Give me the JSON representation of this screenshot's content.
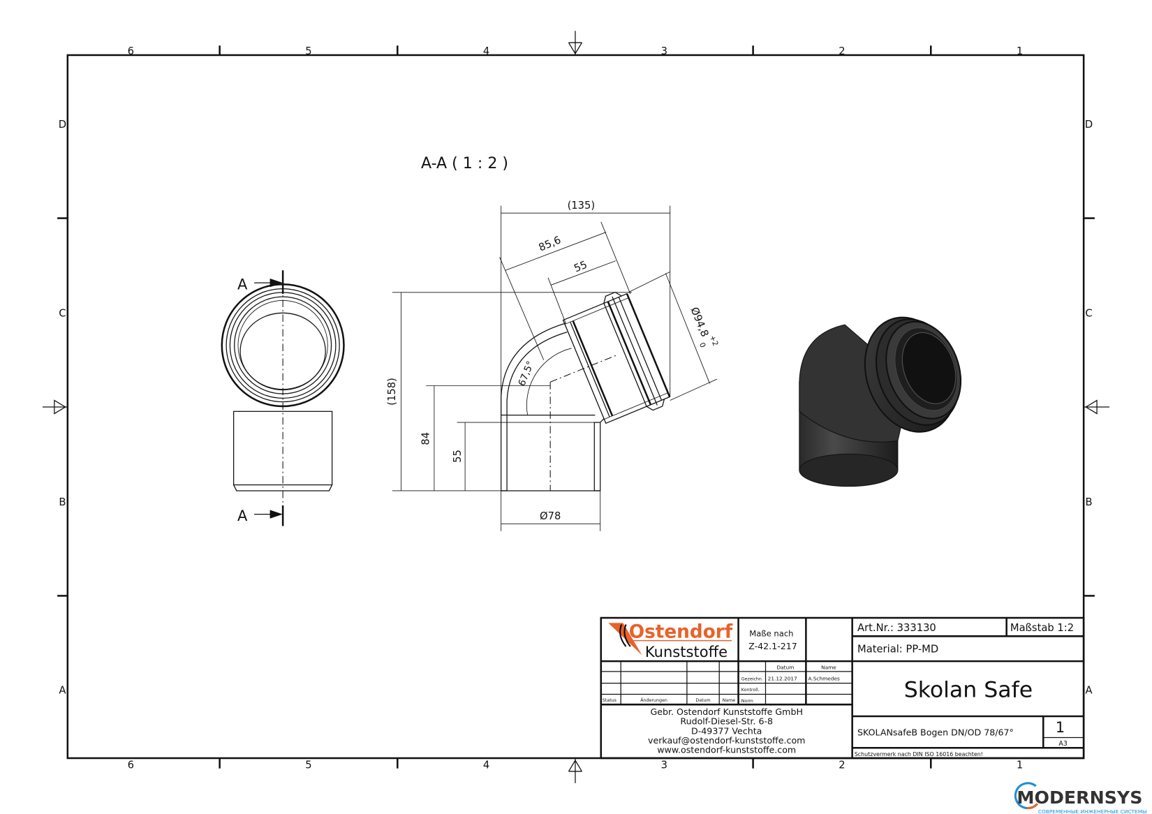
{
  "sheet": {
    "columns": [
      "6",
      "5",
      "4",
      "3",
      "2",
      "1"
    ],
    "rows": [
      "D",
      "C",
      "B",
      "A"
    ]
  },
  "view": {
    "section_title": "A-A ( 1 : 2 )",
    "section_marker": "A"
  },
  "dimensions": {
    "overall_width": "(135)",
    "socket_length_total": "85,6",
    "socket_depth": "55",
    "socket_diameter": "Ø94,8",
    "socket_tol_upper": "+2",
    "socket_tol_lower": "0",
    "overall_height": "(158)",
    "height_84": "84",
    "height_55": "55",
    "angle": "67,5°",
    "pipe_diameter": "Ø78"
  },
  "title_block": {
    "logo_line1": "Ostendorf",
    "logo_line2": "Kunststoffe",
    "standard_label": "Maße nach",
    "standard_value": "Z-42.1-217",
    "art_nr": "Art.Nr.: 333130",
    "scale": "Maßstab 1:2",
    "material": "Material: PP-MD",
    "product_title": "Skolan Safe",
    "description": "SKOLANsafeB Bogen DN/OD 78/67°",
    "sheet_number": "1",
    "format": "A3",
    "protection_note": "Schutzvermerk nach DIN ISO 16016 beachten!",
    "col_datum": "Datum",
    "col_name": "Name",
    "row_drawn": "Gezeichn.",
    "drawn_date": "21.12.2017",
    "drawn_by": "A.Schmedes",
    "row_checked": "Kontroll.",
    "row_norm": "Norm",
    "rev_status": "Status",
    "rev_changes": "Änderungen",
    "rev_date": "Datum",
    "rev_name": "Name",
    "company": "Gebr. Ostendorf Kunststoffe GmbH",
    "street": "Rudolf-Diesel-Str. 6-8",
    "city": "D-49377 Vechta",
    "email": "verkauf@ostendorf-kunststoffe.com",
    "website": "www.ostendorf-kunststoffe.com"
  },
  "watermark": {
    "brand": "MODERNSYS",
    "tagline": "СОВРЕМЕННЫЕ ИНЖЕНЕРНЫЕ СИСТЕМЫ"
  },
  "colors": {
    "logo_orange": "#e8622a",
    "line": "#111111",
    "render_dark": "#2b2b2b",
    "watermark_blue": "#1e8fd6"
  }
}
